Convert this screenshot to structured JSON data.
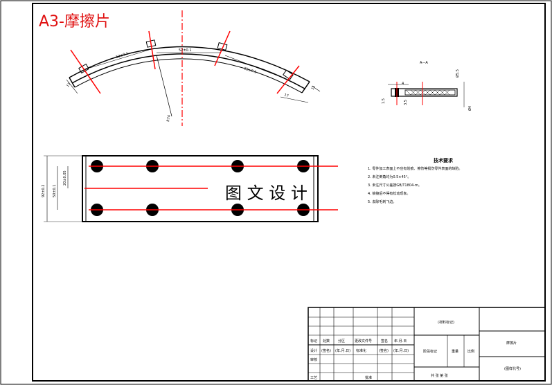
{
  "sheet": {
    "title": "A3-摩擦片",
    "watermark": "图 文 设 计",
    "title_color": "#e01010",
    "center_line_color": "#ff0000"
  },
  "arc_view": {
    "dims": {
      "radius": "R74",
      "chord_left": "52±0.1",
      "chord_mid": "52±0.1",
      "chord_right": "52±0.1",
      "end_left": "17",
      "end_right": "17",
      "end_right_small": "11"
    }
  },
  "section_view": {
    "label": "A—A",
    "dims": {
      "d1": "1.5",
      "d2": "4",
      "d3": "3.5",
      "d4": "Ø5.5",
      "d5": "Ø4"
    }
  },
  "plan_view": {
    "dims": {
      "overall_height": "92±0.2",
      "row_spacing": "50±0.1",
      "hole_offset": "20±0.05"
    }
  },
  "tech_req": {
    "title": "技术要求",
    "items": [
      "1. 零件加工表面上不应有划痕、擦伤等损伤零件表面的缺陷。",
      "2. 未注倒角均为0.5×45°。",
      "3. 未注尺寸公差按GB/T1804-m。",
      "4. 铆接后不得有松动现象。",
      "5. 去除毛刺飞边。"
    ]
  },
  "title_block": {
    "material": "(材料标记)",
    "part_name": "摩擦片",
    "drawing_no": "(图样代号)",
    "row_labels": [
      "标记",
      "处数",
      "分区",
      "更改文件号",
      "签名",
      "年.月.日"
    ],
    "row_design": [
      "设计",
      "(签名)",
      "(年.月.日)",
      "标准化",
      "(签名)",
      "(年.月.日)"
    ],
    "left_col": [
      "审核",
      "工艺"
    ],
    "approve": "批准",
    "stage_label": "阶段标记",
    "weight_label": "重量",
    "scale_label": "比例",
    "sheets": "共  张  第  张"
  }
}
